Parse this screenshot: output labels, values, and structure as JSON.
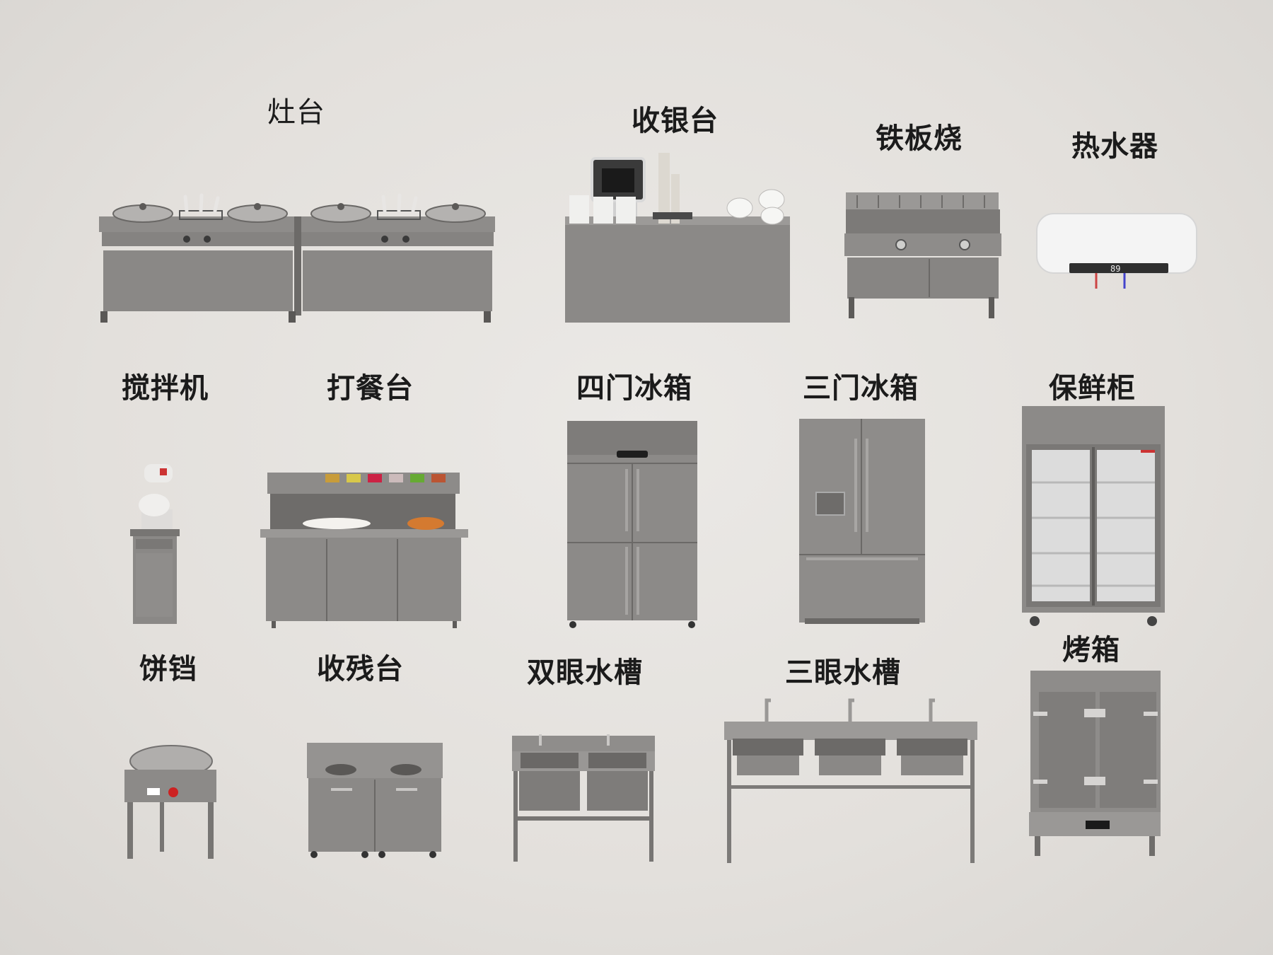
{
  "colors": {
    "background": "#e4e1de",
    "steel": "#8b8987",
    "steel_dark": "#6f6d6b",
    "steel_light": "#a8a6a4",
    "label": "#1b1b1b",
    "heater_white": "#f4f4f4"
  },
  "items": [
    {
      "key": "stove",
      "label": "灶台",
      "icon": "stove-icon"
    },
    {
      "key": "cashier",
      "label": "收银台",
      "icon": "cashier-counter-icon"
    },
    {
      "key": "griddle",
      "label": "铁板烧",
      "icon": "griddle-icon"
    },
    {
      "key": "heater",
      "label": "热水器",
      "icon": "water-heater-icon",
      "display": "89"
    },
    {
      "key": "mixer",
      "label": "搅拌机",
      "icon": "mixer-icon"
    },
    {
      "key": "serving",
      "label": "打餐台",
      "icon": "serving-counter-icon"
    },
    {
      "key": "fridge4",
      "label": "四门冰箱",
      "icon": "four-door-fridge-icon"
    },
    {
      "key": "fridge3",
      "label": "三门冰箱",
      "icon": "three-door-fridge-icon"
    },
    {
      "key": "showcase",
      "label": "保鲜柜",
      "icon": "display-cooler-icon"
    },
    {
      "key": "pancake",
      "label": "饼铛",
      "icon": "pancake-pan-icon"
    },
    {
      "key": "dish",
      "label": "收残台",
      "icon": "dish-return-counter-icon"
    },
    {
      "key": "sink2",
      "label": "双眼水槽",
      "icon": "double-sink-icon"
    },
    {
      "key": "sink3",
      "label": "三眼水槽",
      "icon": "triple-sink-icon"
    },
    {
      "key": "oven",
      "label": "烤箱",
      "icon": "steam-oven-icon"
    }
  ]
}
